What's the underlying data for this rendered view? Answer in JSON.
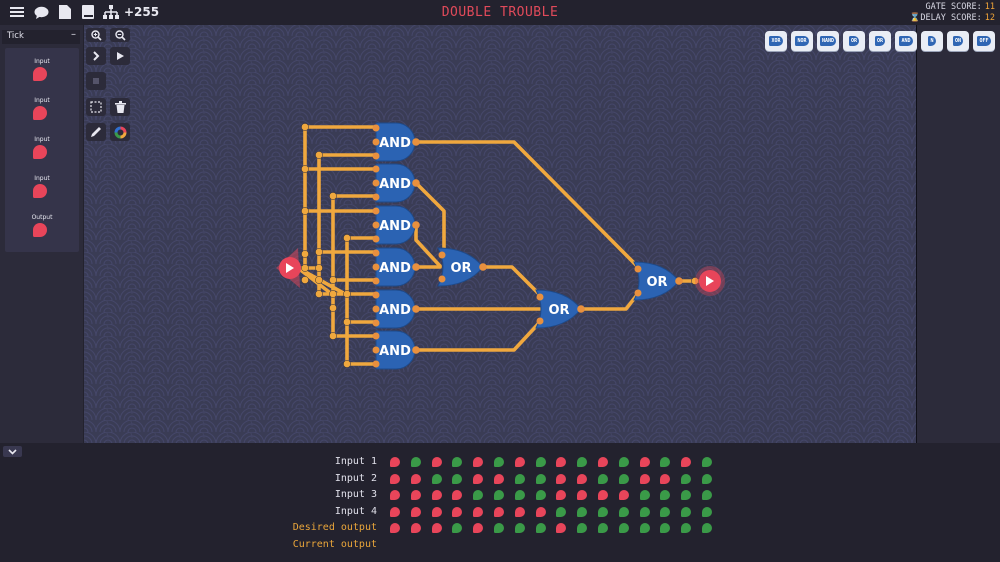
{
  "topbar": {
    "icons": [
      "menu-icon",
      "chat-icon",
      "file-icon",
      "book-icon",
      "hierarchy-icon"
    ],
    "counter": "+255",
    "title": "DOUBLE TROUBLE",
    "gate_score_label": "GATE SCORE:",
    "gate_score": "11",
    "delay_score_label": "DELAY SCORE:",
    "delay_score": "12"
  },
  "panel": {
    "title": "Tick",
    "collapse": "–",
    "items": [
      {
        "label": "Input"
      },
      {
        "label": "Input"
      },
      {
        "label": "Input"
      },
      {
        "label": "Input"
      },
      {
        "label": "Output"
      }
    ]
  },
  "palette": [
    "XOR",
    "NOR",
    "NAND",
    "OR",
    "OR",
    "AND",
    "N",
    "ON",
    "OFF"
  ],
  "gates": [
    {
      "type": "AND",
      "label": "AND"
    },
    {
      "type": "AND",
      "label": "AND"
    },
    {
      "type": "AND",
      "label": "AND"
    },
    {
      "type": "AND",
      "label": "AND"
    },
    {
      "type": "AND",
      "label": "AND"
    },
    {
      "type": "AND",
      "label": "AND"
    },
    {
      "type": "OR",
      "label": "OR"
    },
    {
      "type": "OR",
      "label": "OR"
    },
    {
      "type": "OR",
      "label": "OR"
    }
  ],
  "truth_table": {
    "rows": [
      {
        "label": "Input 1",
        "values": [
          0,
          1,
          0,
          1,
          0,
          1,
          0,
          1,
          0,
          1,
          0,
          1,
          0,
          1,
          0,
          1
        ]
      },
      {
        "label": "Input 2",
        "values": [
          0,
          0,
          1,
          1,
          0,
          0,
          1,
          1,
          0,
          0,
          1,
          1,
          0,
          0,
          1,
          1
        ]
      },
      {
        "label": "Input 3",
        "values": [
          0,
          0,
          0,
          0,
          1,
          1,
          1,
          1,
          0,
          0,
          0,
          0,
          1,
          1,
          1,
          1
        ]
      },
      {
        "label": "Input 4",
        "values": [
          0,
          0,
          0,
          0,
          0,
          0,
          0,
          0,
          1,
          1,
          1,
          1,
          1,
          1,
          1,
          1
        ]
      },
      {
        "label": "Desired output",
        "values": [
          0,
          0,
          0,
          1,
          0,
          1,
          1,
          1,
          0,
          1,
          1,
          1,
          1,
          1,
          1,
          1
        ]
      },
      {
        "label": "Current output",
        "values": []
      }
    ]
  },
  "colors": {
    "on": "#3a9a48",
    "off": "#e8455a",
    "wire": "#f0a83e",
    "gate": "#2b63b3",
    "background": "#3a3c55"
  }
}
